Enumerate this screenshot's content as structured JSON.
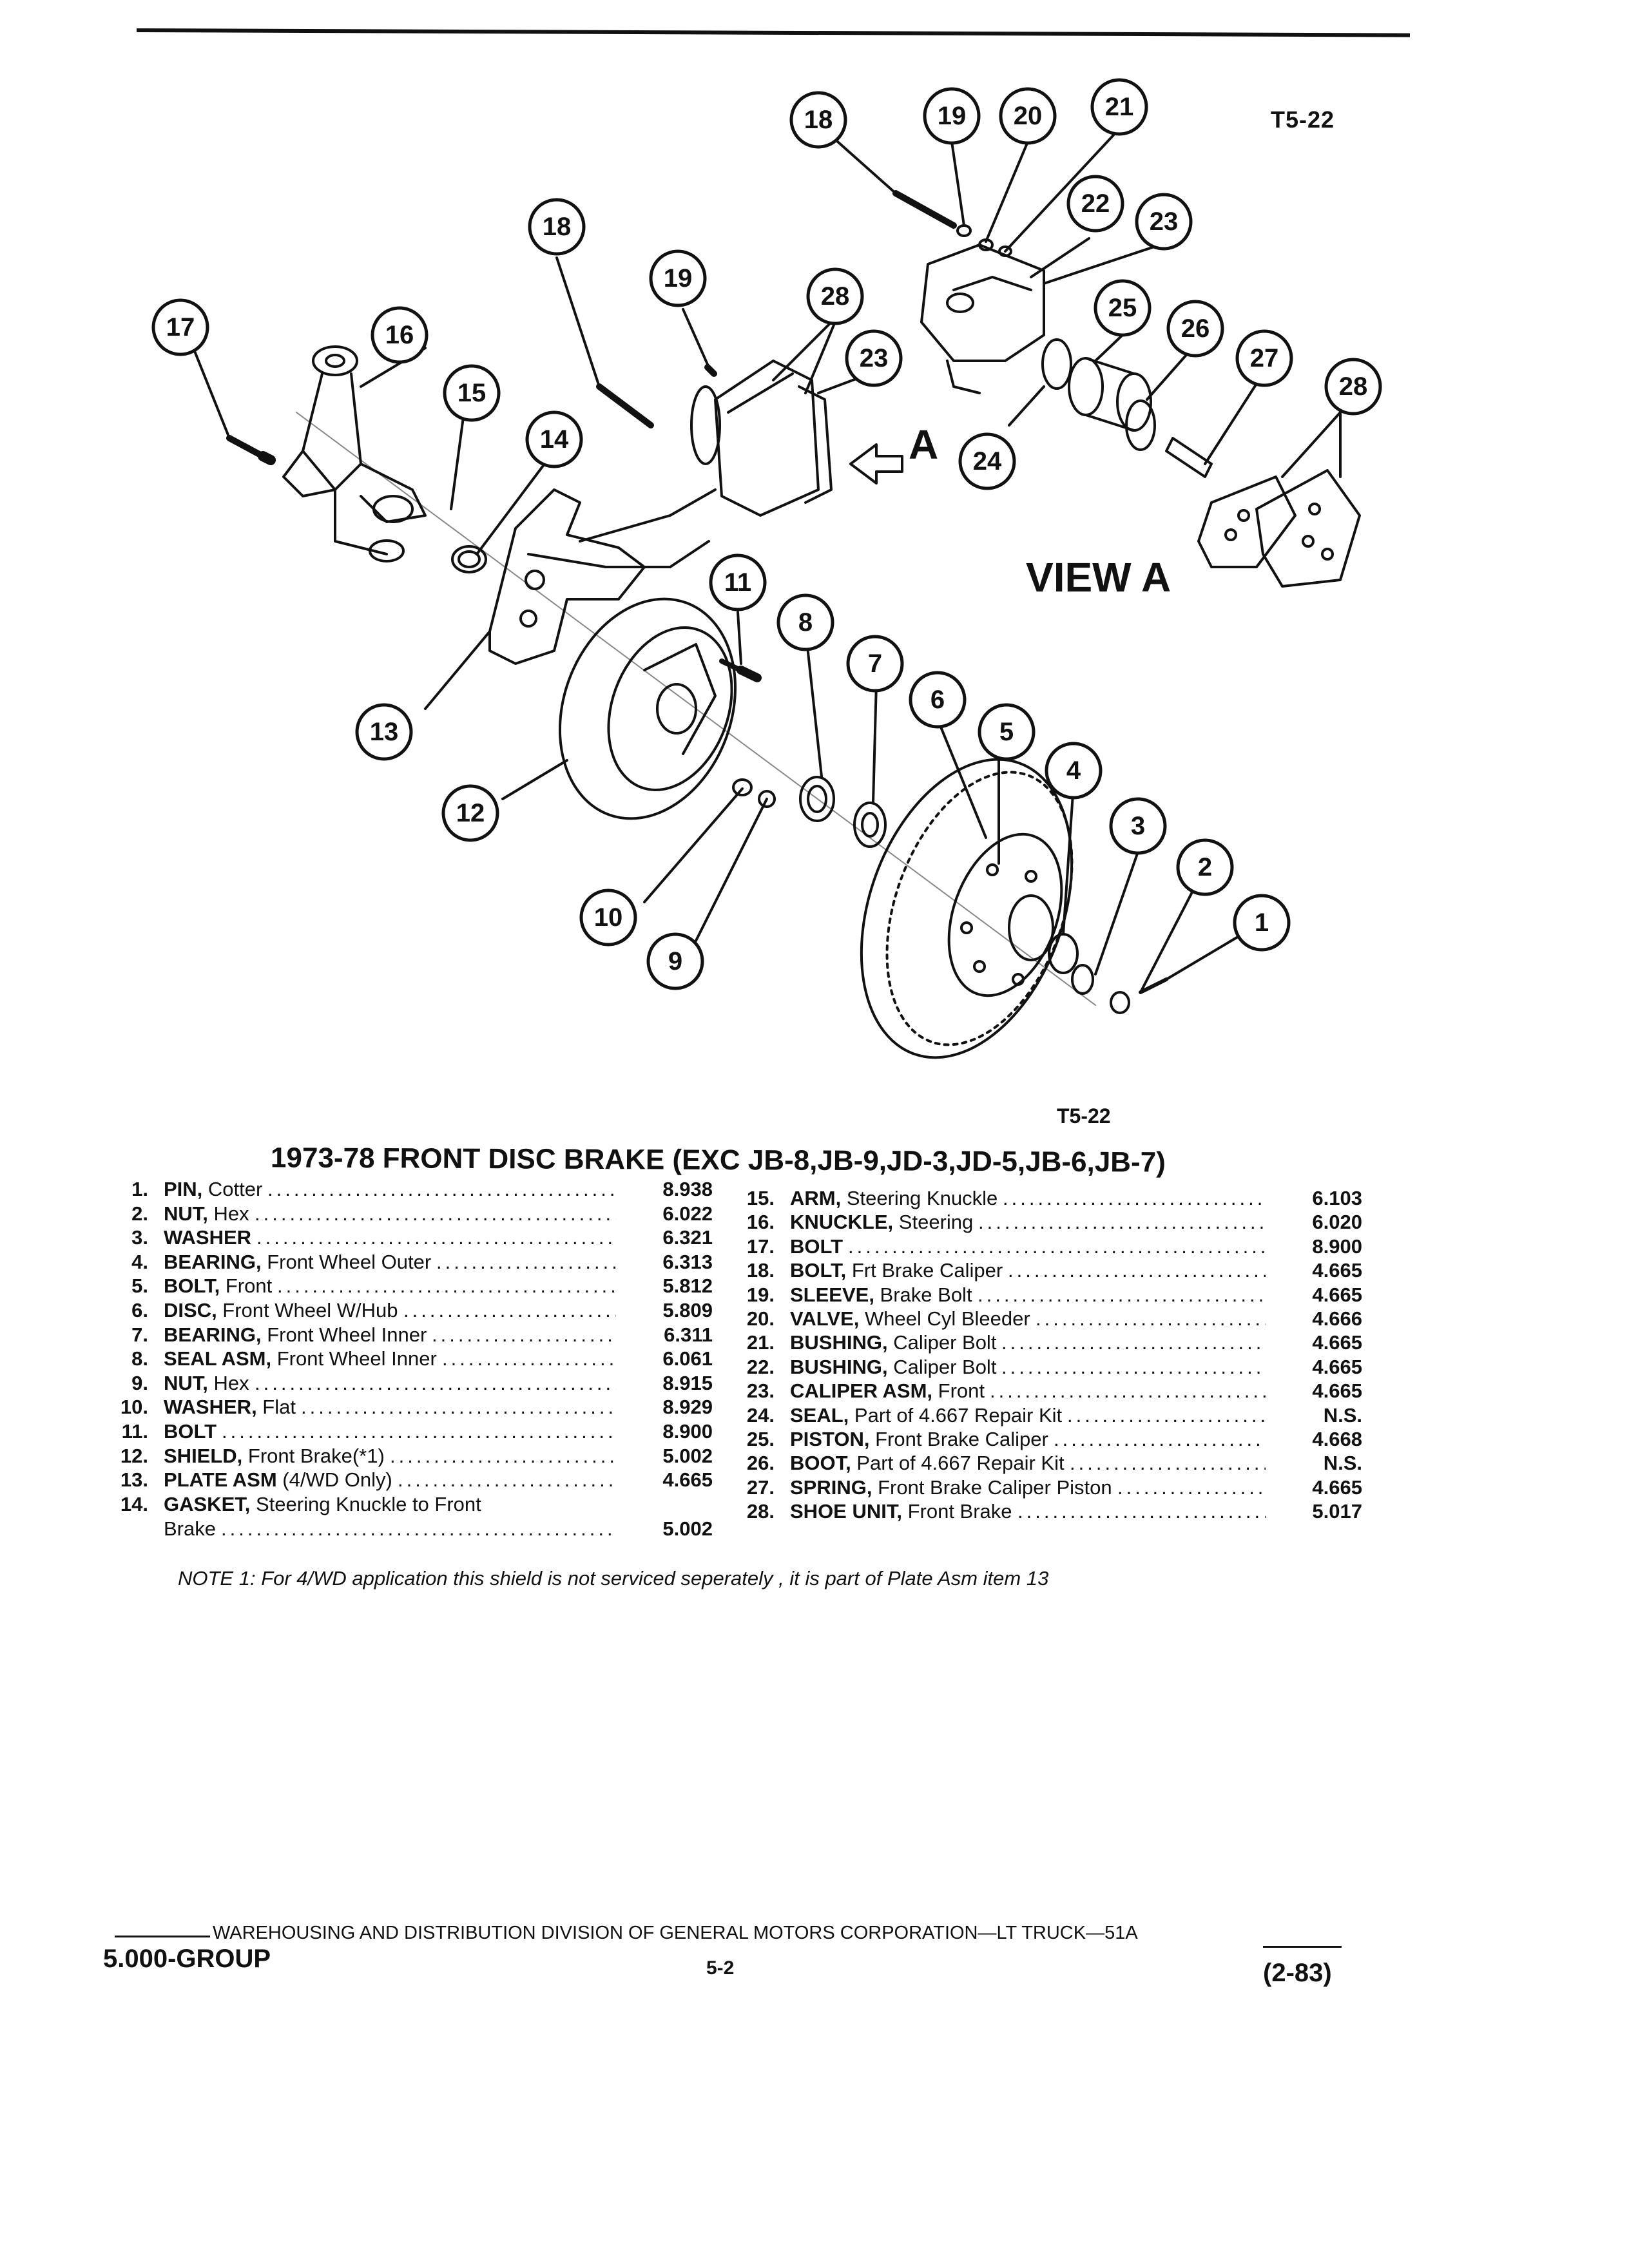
{
  "figure_code": "T5-22",
  "view_label": "VIEW A",
  "arrow_label": "A",
  "callouts": [
    "1",
    "2",
    "3",
    "4",
    "5",
    "6",
    "7",
    "8",
    "9",
    "10",
    "11",
    "12",
    "13",
    "14",
    "15",
    "16",
    "17",
    "18",
    "18",
    "19",
    "19",
    "20",
    "21",
    "22",
    "23",
    "23",
    "24",
    "25",
    "26",
    "27",
    "28",
    "28"
  ],
  "title": "1973-78 FRONT DISC BRAKE (EXC JB-8,JB-9,JD-3,JD-5,JB-6,JB-7)",
  "parts_left": [
    {
      "num": "1.",
      "name": "PIN,",
      "desc": " Cotter",
      "code": "8.938"
    },
    {
      "num": "2.",
      "name": "NUT,",
      "desc": " Hex",
      "code": "6.022"
    },
    {
      "num": "3.",
      "name": "WASHER",
      "desc": "",
      "code": "6.321"
    },
    {
      "num": "4.",
      "name": "BEARING,",
      "desc": " Front Wheel Outer",
      "code": "6.313"
    },
    {
      "num": "5.",
      "name": "BOLT,",
      "desc": " Front",
      "code": "5.812"
    },
    {
      "num": "6.",
      "name": "DISC,",
      "desc": " Front Wheel W/Hub",
      "code": "5.809"
    },
    {
      "num": "7.",
      "name": "BEARING,",
      "desc": " Front Wheel Inner",
      "code": "6.311"
    },
    {
      "num": "8.",
      "name": "SEAL ASM,",
      "desc": " Front Wheel Inner",
      "code": "6.061"
    },
    {
      "num": "9.",
      "name": "NUT,",
      "desc": " Hex",
      "code": "8.915"
    },
    {
      "num": "10.",
      "name": "WASHER,",
      "desc": " Flat",
      "code": "8.929"
    },
    {
      "num": "11.",
      "name": "BOLT",
      "desc": "",
      "code": "8.900"
    },
    {
      "num": "12.",
      "name": "SHIELD,",
      "desc": " Front Brake(*1)",
      "code": "5.002"
    },
    {
      "num": "13.",
      "name": "PLATE ASM",
      "desc": " (4/WD Only)",
      "code": "4.665"
    },
    {
      "num": "14.",
      "name": "GASKET,",
      "desc": " Steering Knuckle to Front",
      "desc2": "Brake",
      "code": "5.002"
    }
  ],
  "parts_right": [
    {
      "num": "15.",
      "name": "ARM,",
      "desc": " Steering Knuckle",
      "code": "6.103"
    },
    {
      "num": "16.",
      "name": "KNUCKLE,",
      "desc": " Steering",
      "code": "6.020"
    },
    {
      "num": "17.",
      "name": "BOLT",
      "desc": "",
      "code": "8.900"
    },
    {
      "num": "18.",
      "name": "BOLT,",
      "desc": " Frt Brake Caliper",
      "code": "4.665"
    },
    {
      "num": "19.",
      "name": "SLEEVE,",
      "desc": " Brake Bolt",
      "code": "4.665"
    },
    {
      "num": "20.",
      "name": "VALVE,",
      "desc": " Wheel Cyl Bleeder",
      "code": "4.666"
    },
    {
      "num": "21.",
      "name": "BUSHING,",
      "desc": " Caliper Bolt",
      "code": "4.665"
    },
    {
      "num": "22.",
      "name": "BUSHING,",
      "desc": " Caliper Bolt",
      "code": "4.665"
    },
    {
      "num": "23.",
      "name": "CALIPER ASM,",
      "desc": " Front",
      "code": "4.665"
    },
    {
      "num": "24.",
      "name": "SEAL,",
      "desc": " Part of 4.667 Repair Kit",
      "code": "N.S."
    },
    {
      "num": "25.",
      "name": "PISTON,",
      "desc": " Front Brake Caliper",
      "code": "4.668"
    },
    {
      "num": "26.",
      "name": "BOOT,",
      "desc": " Part of 4.667 Repair Kit",
      "code": "N.S."
    },
    {
      "num": "27.",
      "name": "SPRING,",
      "desc": " Front Brake Caliper Piston",
      "code": "4.665"
    },
    {
      "num": "28.",
      "name": "SHOE UNIT,",
      "desc": " Front Brake",
      "code": "5.017"
    }
  ],
  "note": "NOTE 1: For 4/WD application this shield is not serviced seperately , it is part of Plate Asm item  13",
  "footer": {
    "division": "WAREHOUSING AND DISTRIBUTION  DIVISION OF GENERAL MOTORS CORPORATION—LT TRUCK—51A",
    "group": "5.000-GROUP",
    "page": "5-2",
    "date": "(2-83)"
  }
}
